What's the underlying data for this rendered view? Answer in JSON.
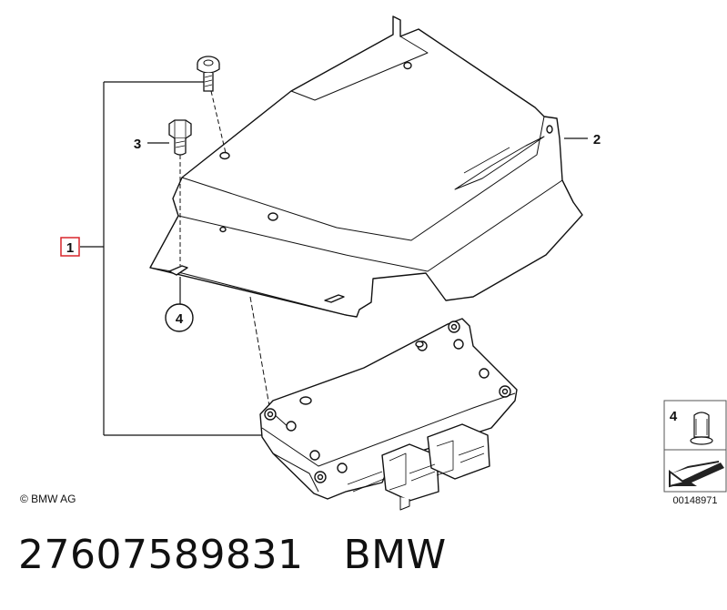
{
  "callouts": {
    "one": "1",
    "two": "2",
    "three": "3",
    "four_circle": "4",
    "inset_four": "4"
  },
  "inset_code": "00148971",
  "copyright": "© BMW AG",
  "part_number": "27607589831",
  "brand": "BMW",
  "colors": {
    "highlight": "#d9262b",
    "line": "#111111",
    "background": "#ffffff"
  }
}
